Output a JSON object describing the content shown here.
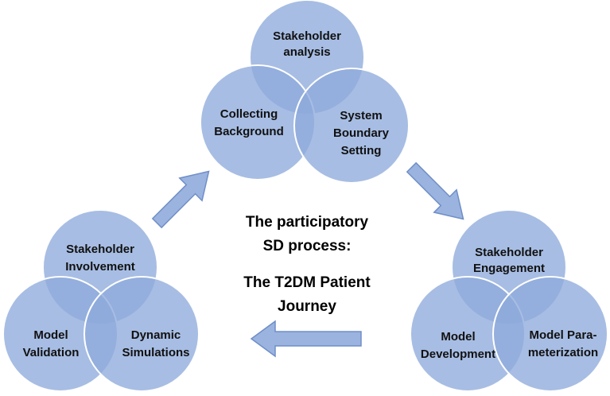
{
  "colors": {
    "circle_fill": "#8eaadb",
    "arrow_fill": "#9bb3df",
    "arrow_stroke": "#6f8fc8",
    "text": "#111111",
    "background": "#ffffff"
  },
  "center": {
    "line1": "The participatory",
    "line2": "SD process:",
    "line3": "The T2DM Patient",
    "line4": "Journey"
  },
  "top_group": {
    "top": [
      "Stakeholder",
      "analysis"
    ],
    "left": [
      "Collecting",
      "Background"
    ],
    "right": [
      "System",
      "Boundary",
      "Setting"
    ]
  },
  "right_group": {
    "top": [
      "Stakeholder",
      "Engagement"
    ],
    "left": [
      "Model",
      "Development"
    ],
    "right": [
      "Model Para-",
      "meterization"
    ]
  },
  "left_group": {
    "top": [
      "Stakeholder",
      "Involvement"
    ],
    "left": [
      "Model",
      "Validation"
    ],
    "right": [
      "Dynamic",
      "Simulations"
    ]
  }
}
